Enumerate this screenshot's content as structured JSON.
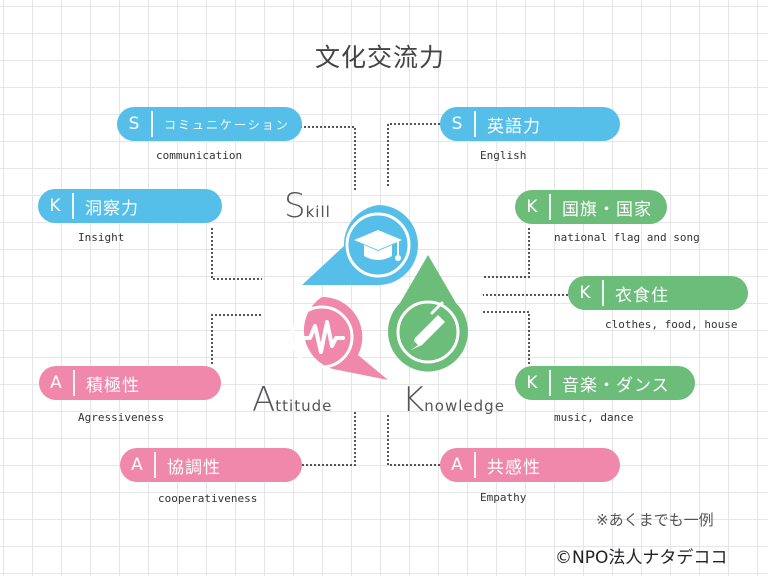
{
  "title": "文化交流力",
  "colors": {
    "skill": "#56bfe9",
    "knowledge": "#6cbd79",
    "attitude": "#ef88aa"
  },
  "center": {
    "skill": {
      "cap": "S",
      "rest": "kill",
      "icon": "graduation-cap-icon"
    },
    "attitude": {
      "cap": "A",
      "rest": "ttitude",
      "icon": "pulse-icon"
    },
    "knowledge": {
      "cap": "K",
      "rest": "nowledge",
      "icon": "pen-icon"
    }
  },
  "items": {
    "communication": {
      "letter": "S",
      "label": "コミュニケーション",
      "english": "communication"
    },
    "english": {
      "letter": "S",
      "label": "英語力",
      "english": "English"
    },
    "insight": {
      "letter": "K",
      "label": "洞察力",
      "english": "Insight"
    },
    "flag": {
      "letter": "K",
      "label": "国旗・国家",
      "english": "national flag and song"
    },
    "clothes": {
      "letter": "K",
      "label": "衣食住",
      "english": "clothes, food, house"
    },
    "aggressive": {
      "letter": "A",
      "label": "積極性",
      "english": "Agressiveness"
    },
    "music": {
      "letter": "K",
      "label": "音楽・ダンス",
      "english": "music, dance"
    },
    "cooperative": {
      "letter": "A",
      "label": "協調性",
      "english": "cooperativeness"
    },
    "empathy": {
      "letter": "A",
      "label": "共感性",
      "english": "Empathy"
    }
  },
  "note": "※あくまでも一例",
  "copyright": "©NPO法人ナタデココ"
}
